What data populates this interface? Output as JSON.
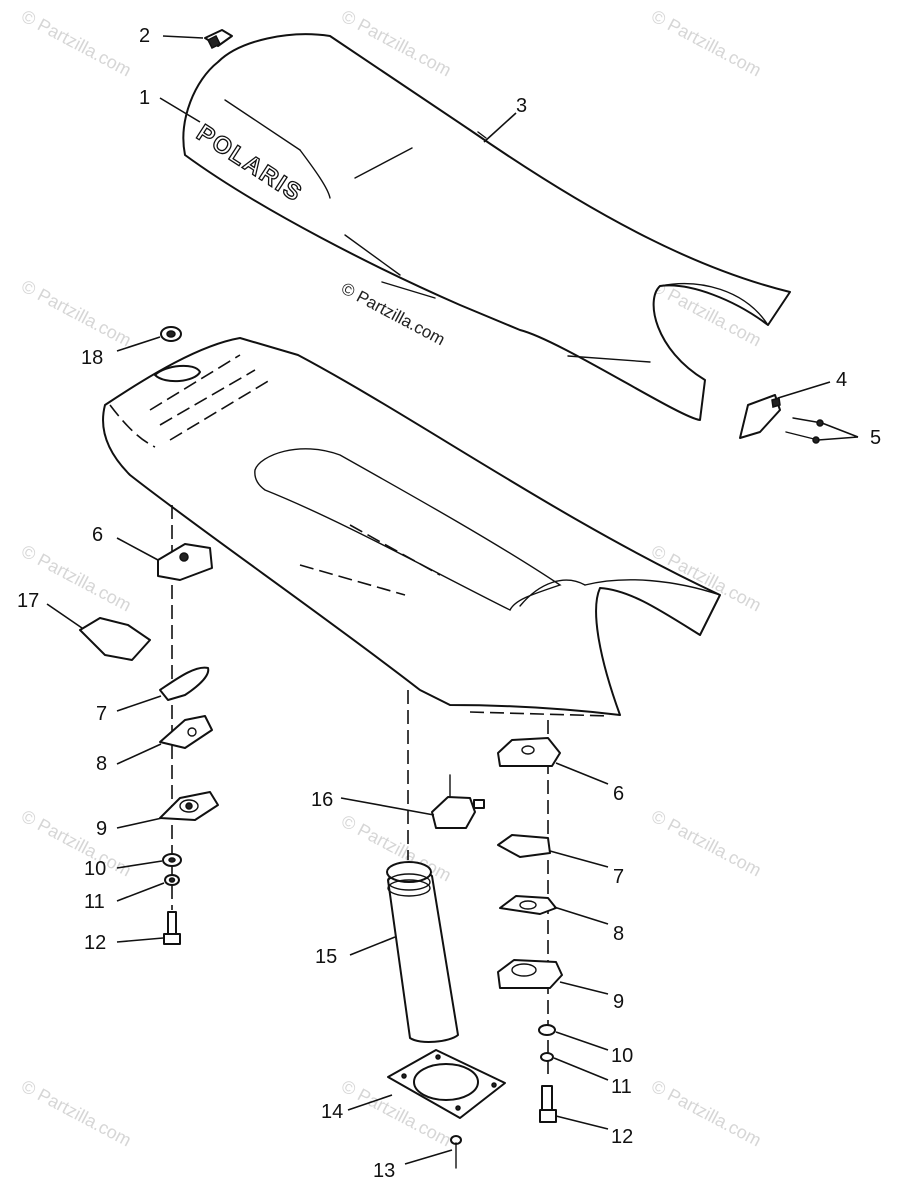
{
  "logo_text": "POLARIS",
  "center_credit": "© Partzilla.com",
  "watermark": "© Partzilla.com",
  "callouts": [
    "1",
    "2",
    "3",
    "4",
    "5",
    "6",
    "7",
    "8",
    "9",
    "10",
    "11",
    "12",
    "13",
    "14",
    "15",
    "16",
    "17",
    "18"
  ]
}
